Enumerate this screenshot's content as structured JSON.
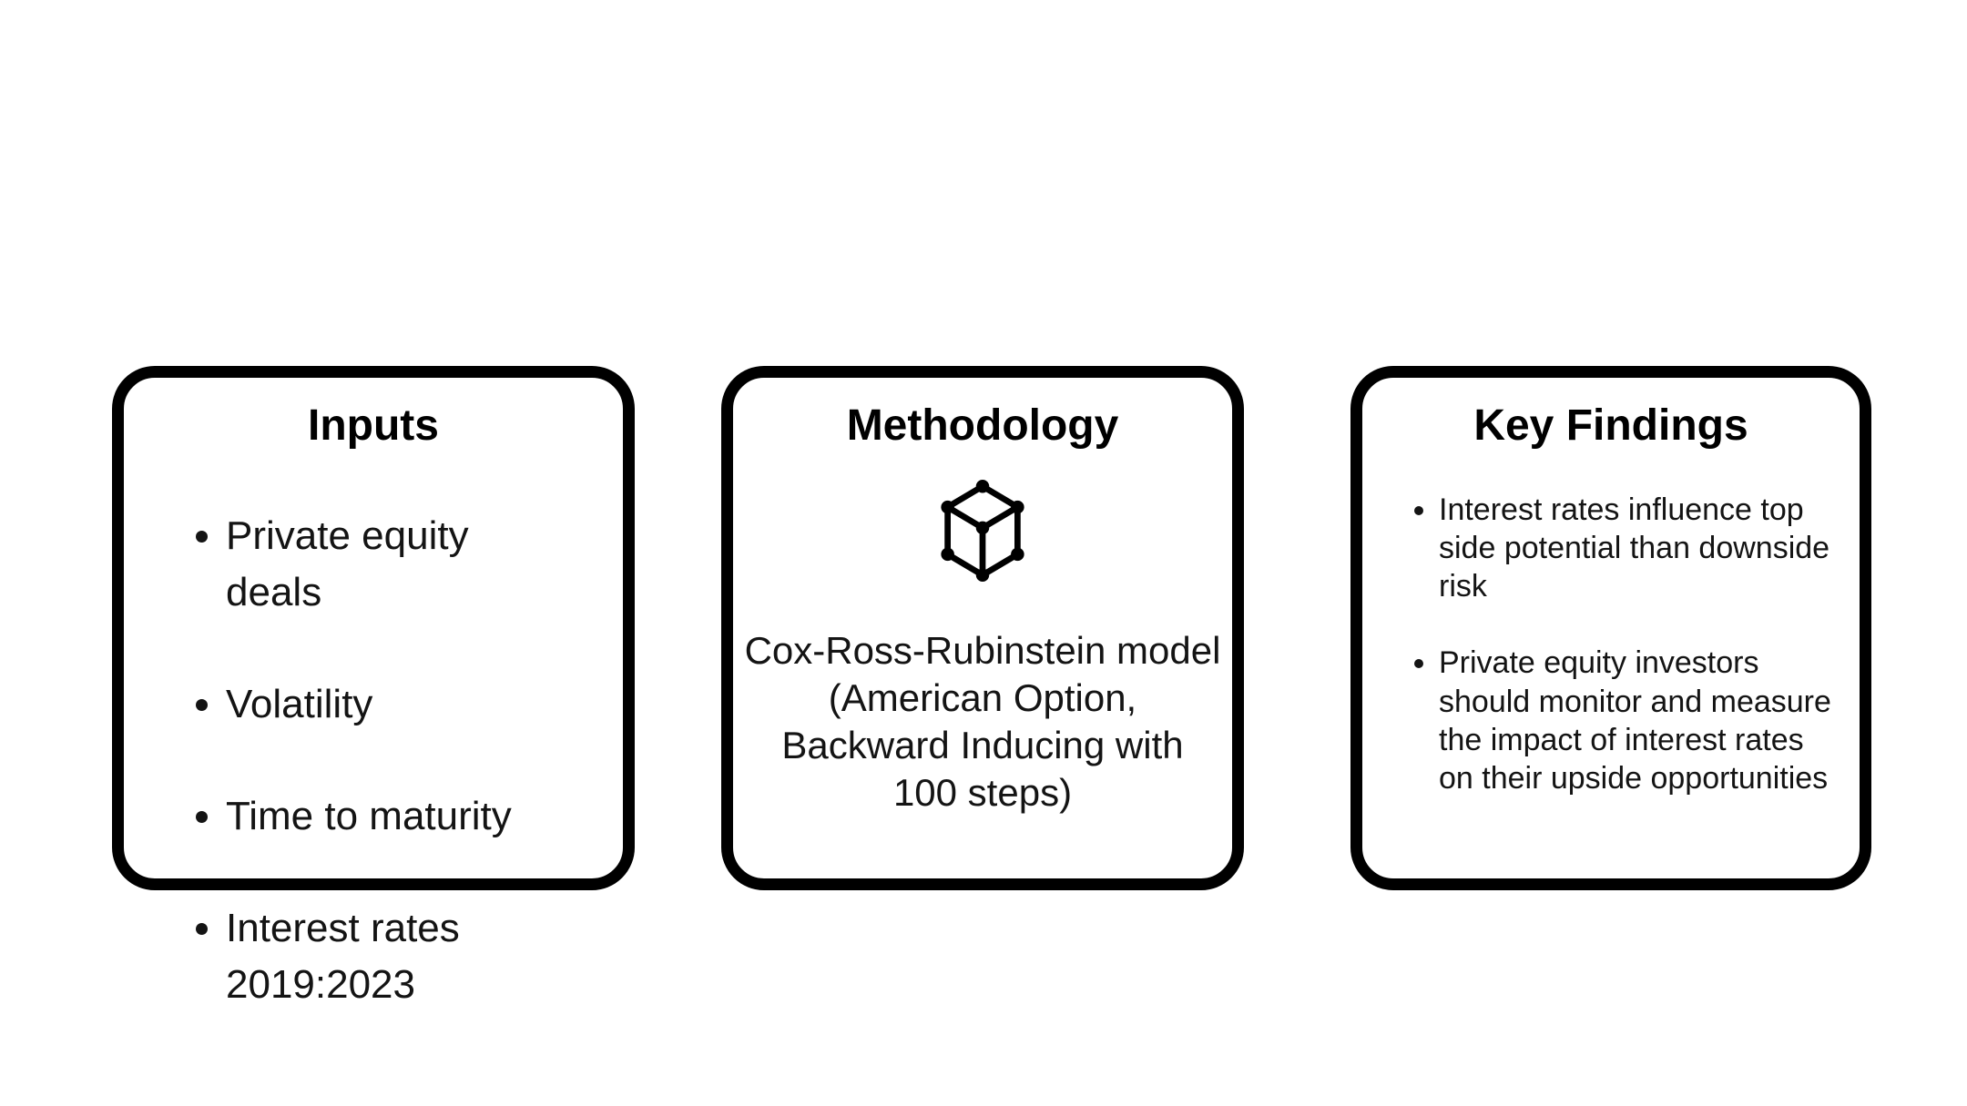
{
  "slide": {
    "background_color": "#ffffff",
    "border_color": "#000000",
    "text_color": "#141414",
    "title_color": "#000000"
  },
  "cards": {
    "inputs": {
      "title": "Inputs",
      "items": [
        "Private equity\ndeals",
        "Volatility",
        "Time to maturity",
        "Interest rates\n2019:2023"
      ]
    },
    "methodology": {
      "title": "Methodology",
      "icon": "cube-icon",
      "description": "Cox-Ross-Rubinstein model\n(American Option,\nBackward Inducing with\n100 steps)"
    },
    "key_findings": {
      "title": "Key Findings",
      "items": [
        "Interest rates influence top\nside potential than downside\nrisk",
        "Private equity investors\nshould monitor and measure\nthe impact of interest rates\non their upside opportunities"
      ]
    }
  }
}
